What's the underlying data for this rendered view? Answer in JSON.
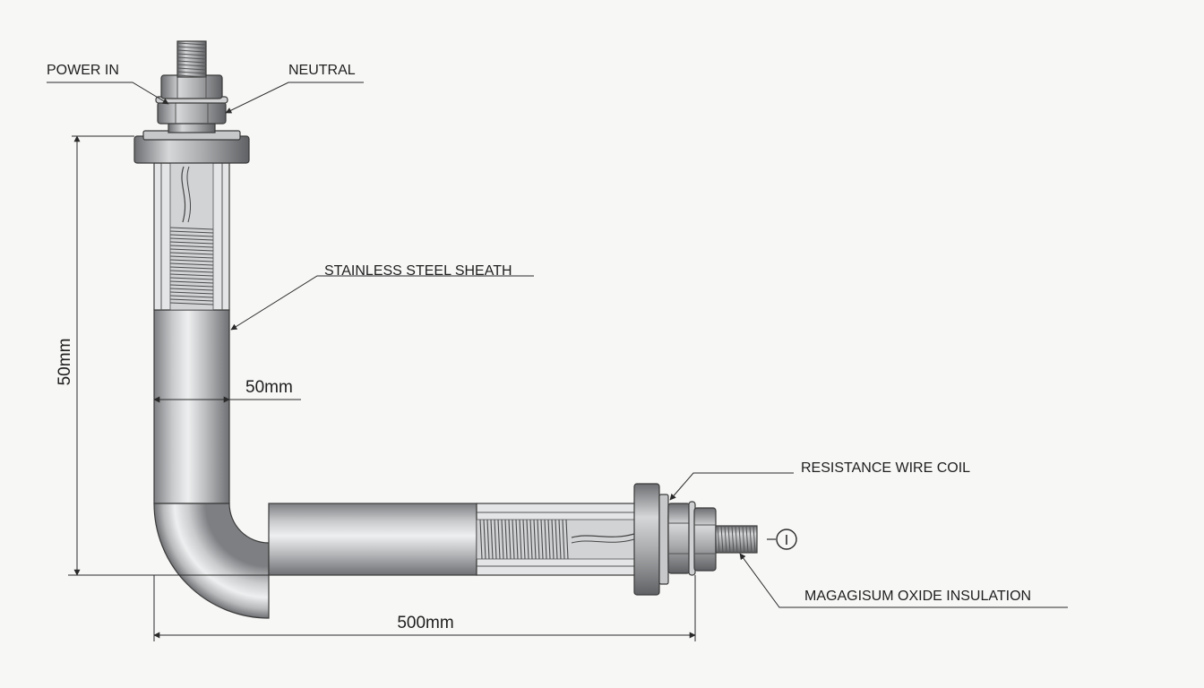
{
  "labels": {
    "power_in": "POWER IN",
    "neutral": "NEUTRAL",
    "sheath": "STAINLESS STEEL SHEATH",
    "coil": "RESISTANCE WIRE COIL",
    "insulation": "MAGAGISUM OXIDE INSULATION"
  },
  "dimensions": {
    "vertical": "50mm",
    "diameter": "50mm",
    "horizontal": "500mm"
  },
  "ground_symbol": "I"
}
